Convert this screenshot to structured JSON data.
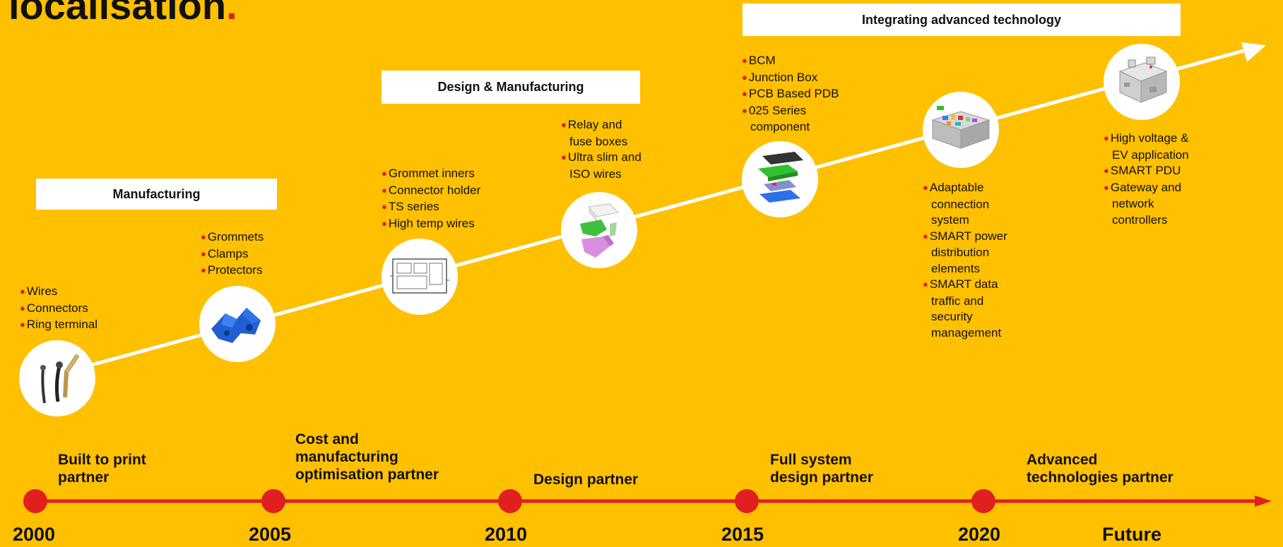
{
  "title": {
    "text": "localisation",
    "dot": "."
  },
  "stages": {
    "manufacturing": "Manufacturing",
    "design_manufacturing": "Design & Manufacturing",
    "advanced": "Integrating advanced technology"
  },
  "nodes": [
    {
      "icon": "wires-icon",
      "bullets": [
        "Wires",
        "Connectors",
        "Ring terminal"
      ]
    },
    {
      "icon": "grommet-clamp-icon",
      "bullets": [
        "Grommets",
        "Clamps",
        "Protectors"
      ]
    },
    {
      "icon": "connector-holder-icon",
      "bullets": [
        "Grommet inners",
        "Connector holder",
        "TS series",
        "High temp wires"
      ]
    },
    {
      "icon": "fuse-box-icon",
      "bullets": [
        "Relay and",
        "fuse boxes",
        "Ultra slim and",
        "ISO wires"
      ]
    },
    {
      "icon": "pcb-pdb-icon",
      "bullets": [
        "BCM",
        "Junction Box",
        "PCB Based PDB",
        "025 Series",
        "component"
      ]
    },
    {
      "icon": "smart-connection-icon",
      "bullets": [
        "Adaptable",
        "connection",
        "system",
        "SMART power",
        "distribution",
        "elements",
        "SMART data",
        "traffic and",
        "security",
        "management"
      ]
    },
    {
      "icon": "high-voltage-pdu-icon",
      "bullets": [
        "High voltage &",
        "EV application",
        "SMART PDU",
        "Gateway and",
        "network",
        "controllers"
      ]
    }
  ],
  "timeline": [
    {
      "year": "2000",
      "partner": [
        "Built to print",
        "partner"
      ]
    },
    {
      "year": "2005",
      "partner": [
        "Cost and",
        "manufacturing",
        "optimisation partner"
      ]
    },
    {
      "year": "2010",
      "partner": [
        "Design partner"
      ]
    },
    {
      "year": "2015",
      "partner": [
        "Full system",
        "design partner"
      ]
    },
    {
      "year": "2020",
      "partner": [
        "Advanced",
        "technologies partner"
      ]
    },
    {
      "year": "Future",
      "partner": []
    }
  ],
  "colors": {
    "background": "#FFC000",
    "accent": "#E0201E",
    "line": "#FFFFFF"
  }
}
